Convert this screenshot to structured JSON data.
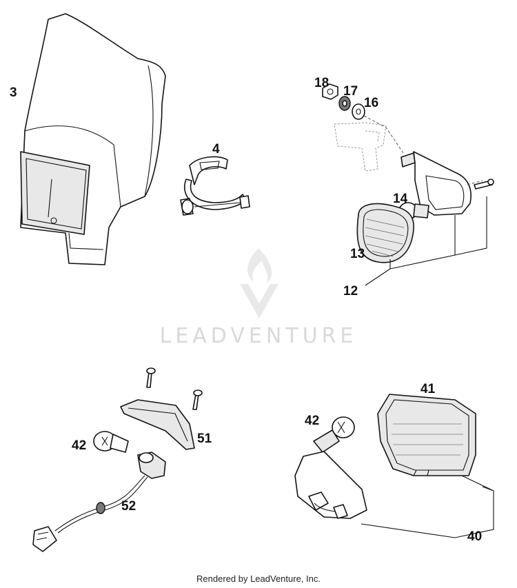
{
  "callouts": {
    "c3": "3",
    "c4": "4",
    "c18": "18",
    "c17": "17",
    "c16": "16",
    "c14": "14",
    "c13": "13",
    "c12": "12",
    "c41": "41",
    "c42a": "42",
    "c42b": "42",
    "c51": "51",
    "c52": "52",
    "c40": "40"
  },
  "watermark": "LEADVENTURE",
  "footer": "Rendered by LeadVenture, Inc.",
  "colors": {
    "line": "#111111",
    "watermark": "#d9d9d9",
    "background": "#ffffff"
  }
}
